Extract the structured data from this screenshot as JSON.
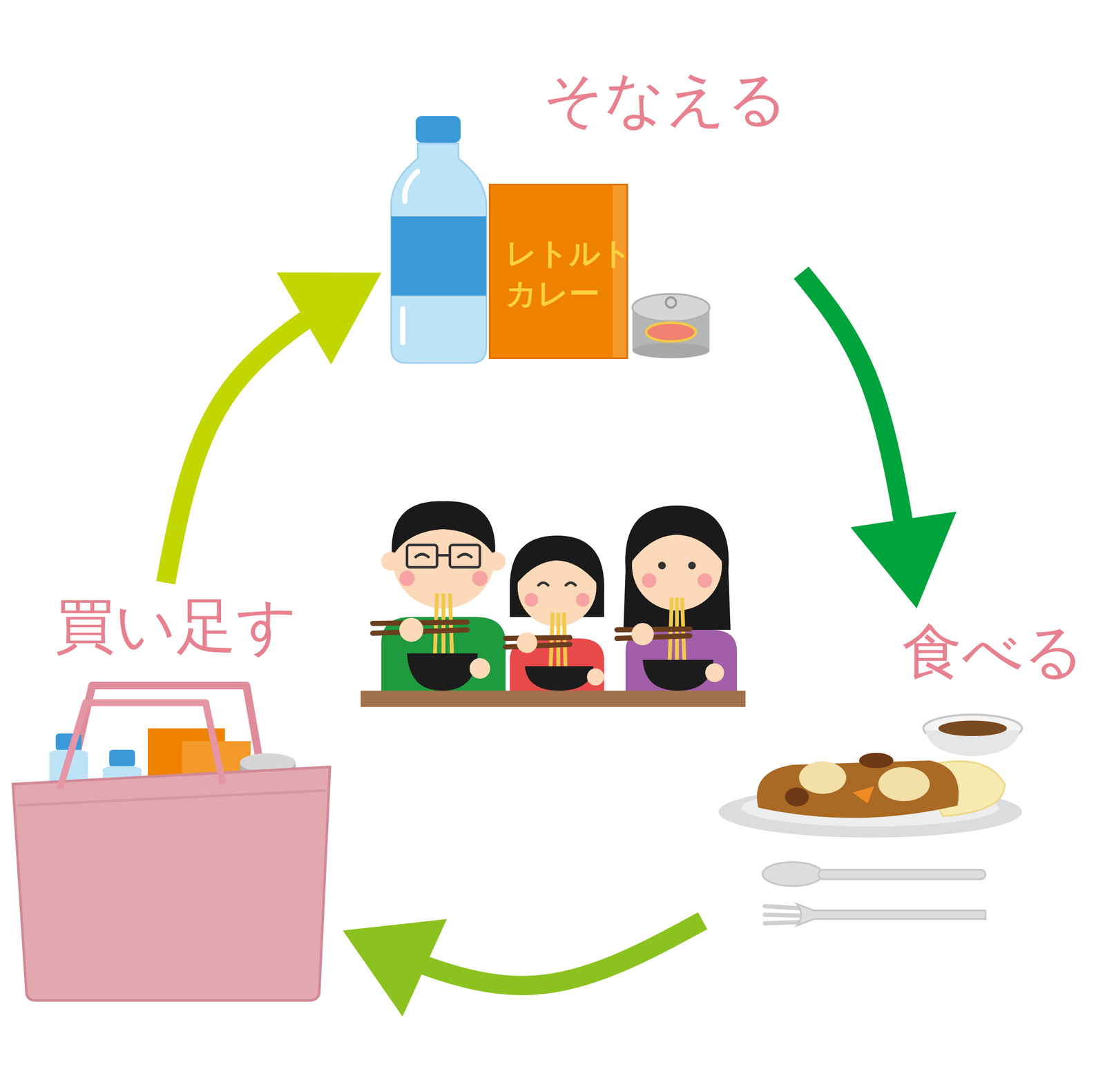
{
  "diagram": {
    "nodes": [
      {
        "text": [
          "そなえる"
        ]
      },
      {
        "text": [
          "食べる"
        ]
      },
      {
        "text": [
          "買い足す"
        ]
      }
    ],
    "edges": [
      {
        "from": 0,
        "to": 1,
        "arrow": "to"
      },
      {
        "from": 1,
        "to": 2,
        "arrow": "to"
      },
      {
        "from": 2,
        "to": 0,
        "arrow": "to"
      }
    ],
    "labels": [
      "レトルト カレー"
    ]
  }
}
